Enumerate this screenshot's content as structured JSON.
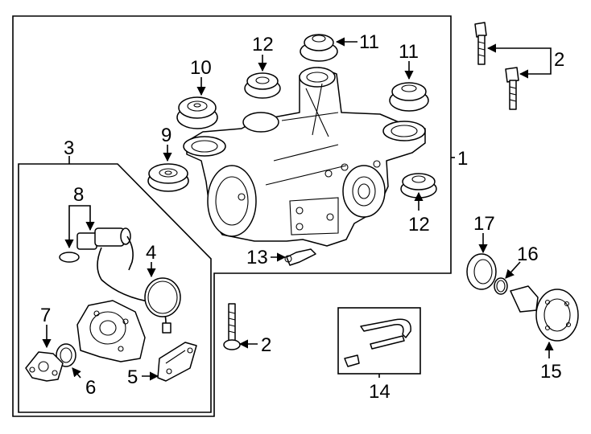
{
  "callouts": [
    {
      "id": "c1",
      "label": "1"
    },
    {
      "id": "c2a",
      "label": "2"
    },
    {
      "id": "c2b",
      "label": "2"
    },
    {
      "id": "c3",
      "label": "3"
    },
    {
      "id": "c4",
      "label": "4"
    },
    {
      "id": "c5",
      "label": "5"
    },
    {
      "id": "c6",
      "label": "6"
    },
    {
      "id": "c7",
      "label": "7"
    },
    {
      "id": "c8",
      "label": "8"
    },
    {
      "id": "c9",
      "label": "9"
    },
    {
      "id": "c10",
      "label": "10"
    },
    {
      "id": "c11a",
      "label": "11"
    },
    {
      "id": "c11b",
      "label": "11"
    },
    {
      "id": "c12a",
      "label": "12"
    },
    {
      "id": "c12b",
      "label": "12"
    },
    {
      "id": "c13",
      "label": "13"
    },
    {
      "id": "c14",
      "label": "14"
    },
    {
      "id": "c15",
      "label": "15"
    },
    {
      "id": "c16",
      "label": "16"
    },
    {
      "id": "c17",
      "label": "17"
    }
  ]
}
